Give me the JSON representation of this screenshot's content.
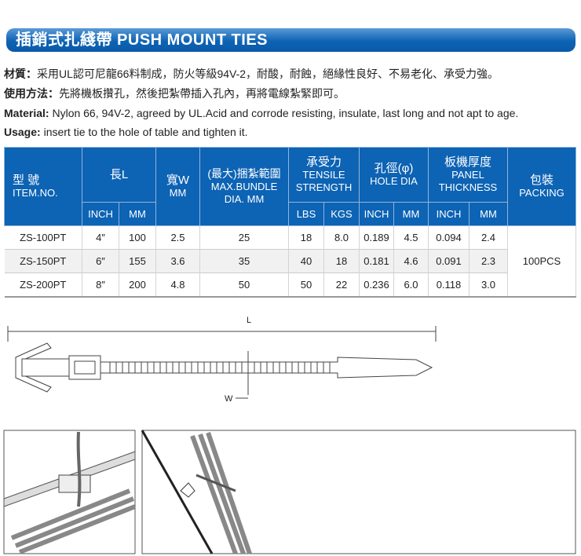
{
  "title": "插銷式扎綫帶 PUSH MOUNT TIES",
  "desc": {
    "material_cn_label": "材質：",
    "material_cn": "采用UL認可尼龍66料制成，防火等級94V-2，耐酸，耐蝕，絕緣性良好、不易老化、承受力強。",
    "usage_cn_label": "使用方法：",
    "usage_cn": "先將機板攢孔，然後把紮帶插入孔內，再將電線紮緊即可。",
    "material_en_label": "Material:",
    "material_en": " Nylon 66, 94V-2, agreed by UL.Acid and corrode resisting, insulate, last long and not apt to age.",
    "usage_en_label": "Usage:",
    "usage_en": " insert tie to the hole of table and tighten it."
  },
  "table": {
    "headers": {
      "item_cn": "型 號",
      "item_en": "ITEM.NO.",
      "length": "長L",
      "width_cn": "寬W",
      "width_unit": "MM",
      "bundle_cn": "(最大)捆紮範圍",
      "bundle_en": "MAX.BUNDLE",
      "bundle_unit": "DIA.  MM",
      "tensile_cn": "承受力",
      "tensile_en1": "TENSILE",
      "tensile_en2": "STRENGTH",
      "hole_cn": "孔徑(φ)",
      "hole_en": "HOLE DIA",
      "panel_cn": "板機厚度",
      "panel_en1": "PANEL",
      "panel_en2": "THICKNESS",
      "pack_cn": "包裝",
      "pack_en": "PACKING",
      "sub": [
        "INCH",
        "MM",
        "LBS",
        "KGS",
        "INCH",
        "MM",
        "INCH",
        "MM"
      ]
    },
    "rows": [
      [
        "ZS-100PT",
        "4″",
        "100",
        "2.5",
        "25",
        "18",
        "8.0",
        "0.189",
        "4.5",
        "0.094",
        "2.4"
      ],
      [
        "ZS-150PT",
        "6″",
        "155",
        "3.6",
        "35",
        "40",
        "18",
        "0.181",
        "4.6",
        "0.091",
        "2.3"
      ],
      [
        "ZS-200PT",
        "8″",
        "200",
        "4.8",
        "50",
        "50",
        "22",
        "0.236",
        "6.0",
        "0.118",
        "3.0"
      ]
    ],
    "packing": "100PCS"
  },
  "diagram": {
    "length_label": "L",
    "width_label": "W"
  }
}
